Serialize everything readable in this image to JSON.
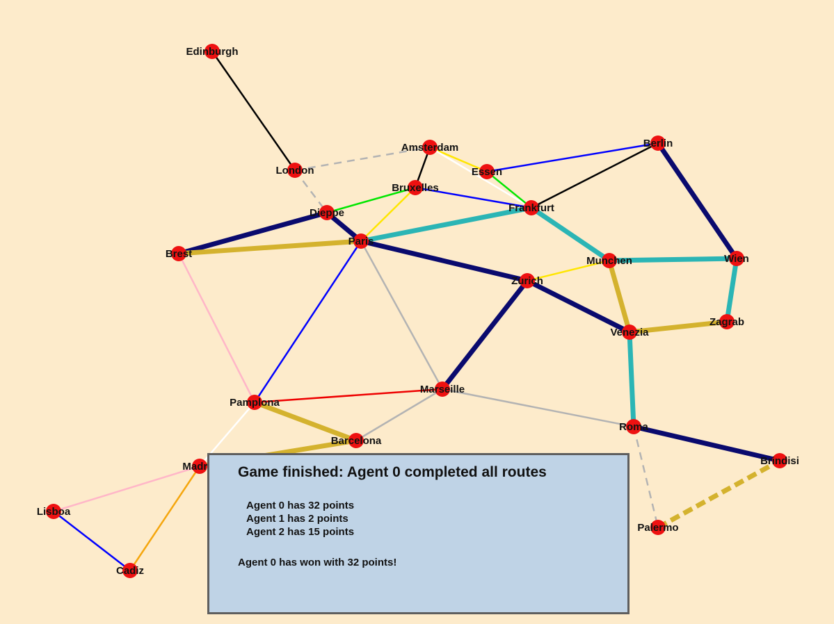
{
  "colors": {
    "background": "#FDEBCB",
    "city": "#EE1111",
    "panel": "#BFD3E6",
    "panel_border": "#5E5E5E"
  },
  "cities": [
    {
      "id": "edinburgh",
      "name": "Edinburgh"
    },
    {
      "id": "london",
      "name": "London"
    },
    {
      "id": "amsterdam",
      "name": "Amsterdam"
    },
    {
      "id": "essen",
      "name": "Essen"
    },
    {
      "id": "berlin",
      "name": "Berlin"
    },
    {
      "id": "bruxelles",
      "name": "Bruxelles"
    },
    {
      "id": "frankfurt",
      "name": "Frankfurt"
    },
    {
      "id": "dieppe",
      "name": "Dieppe"
    },
    {
      "id": "paris",
      "name": "Paris"
    },
    {
      "id": "brest",
      "name": "Brest"
    },
    {
      "id": "munchen",
      "name": "Munchen"
    },
    {
      "id": "wien",
      "name": "Wien"
    },
    {
      "id": "zurich",
      "name": "Zurich"
    },
    {
      "id": "zagrab",
      "name": "Zagrab"
    },
    {
      "id": "venezia",
      "name": "Venezia"
    },
    {
      "id": "marseille",
      "name": "Marseille"
    },
    {
      "id": "pamplona",
      "name": "Pamplona"
    },
    {
      "id": "barcelona",
      "name": "Barcelona"
    },
    {
      "id": "roma",
      "name": "Roma"
    },
    {
      "id": "madrid",
      "name": "Madrid"
    },
    {
      "id": "brindisi",
      "name": "Brindisi"
    },
    {
      "id": "lisboa",
      "name": "Lisboa"
    },
    {
      "id": "palermo",
      "name": "Palermo"
    },
    {
      "id": "cadiz",
      "name": "Cadiz"
    }
  ],
  "routes": [
    {
      "from": "edinburgh",
      "to": "london",
      "color": "#000000",
      "claimed_by": null
    },
    {
      "from": "london",
      "to": "amsterdam",
      "color": "#B3B3B3",
      "claimed_by": null,
      "dashed": true
    },
    {
      "from": "london",
      "to": "dieppe",
      "color": "#B3B3B3",
      "claimed_by": null,
      "dashed": true
    },
    {
      "from": "amsterdam",
      "to": "essen",
      "color": "#FFE600",
      "claimed_by": null
    },
    {
      "from": "amsterdam",
      "to": "bruxelles",
      "color": "#000000",
      "claimed_by": null
    },
    {
      "from": "amsterdam",
      "to": "frankfurt",
      "color": "#FFFFFF",
      "claimed_by": null
    },
    {
      "from": "essen",
      "to": "berlin",
      "color": "#0000FF",
      "claimed_by": null
    },
    {
      "from": "essen",
      "to": "frankfurt",
      "color": "#00E600",
      "claimed_by": null
    },
    {
      "from": "berlin",
      "to": "frankfurt",
      "color": "#000000",
      "claimed_by": null
    },
    {
      "from": "berlin",
      "to": "wien",
      "color": "#0A0A6E",
      "claimed_by": 0
    },
    {
      "from": "bruxelles",
      "to": "frankfurt",
      "color": "#0000FF",
      "claimed_by": null
    },
    {
      "from": "bruxelles",
      "to": "dieppe",
      "color": "#00E600",
      "claimed_by": null
    },
    {
      "from": "bruxelles",
      "to": "paris",
      "color": "#FFE600",
      "claimed_by": null
    },
    {
      "from": "frankfurt",
      "to": "paris",
      "color": "#2BB5B5",
      "claimed_by": 1
    },
    {
      "from": "frankfurt",
      "to": "munchen",
      "color": "#2BB5B5",
      "claimed_by": 1
    },
    {
      "from": "dieppe",
      "to": "brest",
      "color": "#0A0A6E",
      "claimed_by": 0
    },
    {
      "from": "dieppe",
      "to": "paris",
      "color": "#0A0A6E",
      "claimed_by": 0
    },
    {
      "from": "brest",
      "to": "paris",
      "color": "#D4B22E",
      "claimed_by": 2
    },
    {
      "from": "brest",
      "to": "pamplona",
      "color": "#FFB6C8",
      "claimed_by": null
    },
    {
      "from": "paris",
      "to": "zurich",
      "color": "#0A0A6E",
      "claimed_by": 0
    },
    {
      "from": "paris",
      "to": "pamplona",
      "color": "#0000FF",
      "claimed_by": null
    },
    {
      "from": "paris",
      "to": "marseille",
      "color": "#B3B3B3",
      "claimed_by": null
    },
    {
      "from": "munchen",
      "to": "wien",
      "color": "#2BB5B5",
      "claimed_by": 1
    },
    {
      "from": "munchen",
      "to": "zurich",
      "color": "#FFE600",
      "claimed_by": null
    },
    {
      "from": "munchen",
      "to": "venezia",
      "color": "#D4B22E",
      "claimed_by": 2
    },
    {
      "from": "wien",
      "to": "zagrab",
      "color": "#2BB5B5",
      "claimed_by": 1
    },
    {
      "from": "zurich",
      "to": "venezia",
      "color": "#0A0A6E",
      "claimed_by": 0
    },
    {
      "from": "zurich",
      "to": "marseille",
      "color": "#0A0A6E",
      "claimed_by": 0
    },
    {
      "from": "zagrab",
      "to": "venezia",
      "color": "#D4B22E",
      "claimed_by": 2
    },
    {
      "from": "venezia",
      "to": "roma",
      "color": "#2BB5B5",
      "claimed_by": 1
    },
    {
      "from": "marseille",
      "to": "pamplona",
      "color": "#EE0000",
      "claimed_by": null
    },
    {
      "from": "marseille",
      "to": "barcelona",
      "color": "#B3B3B3",
      "claimed_by": null
    },
    {
      "from": "marseille",
      "to": "roma",
      "color": "#B3B3B3",
      "claimed_by": null
    },
    {
      "from": "pamplona",
      "to": "barcelona",
      "color": "#D4B22E",
      "claimed_by": 2
    },
    {
      "from": "pamplona",
      "to": "madrid",
      "color": "#FFFFFF",
      "claimed_by": null
    },
    {
      "from": "barcelona",
      "to": "madrid",
      "color": "#D4B22E",
      "claimed_by": 2
    },
    {
      "from": "roma",
      "to": "brindisi",
      "color": "#0A0A6E",
      "claimed_by": 0
    },
    {
      "from": "roma",
      "to": "palermo",
      "color": "#B3B3B3",
      "claimed_by": null,
      "dashed": true
    },
    {
      "from": "palermo",
      "to": "brindisi",
      "color": "#D4B22E",
      "claimed_by": 2,
      "dashed": true
    },
    {
      "from": "madrid",
      "to": "lisboa",
      "color": "#FFB6C8",
      "claimed_by": null
    },
    {
      "from": "madrid",
      "to": "cadiz",
      "color": "#F5A60D",
      "claimed_by": null
    },
    {
      "from": "lisboa",
      "to": "cadiz",
      "color": "#0000FF",
      "claimed_by": null
    }
  ],
  "result": {
    "title": "Game finished: Agent 0 completed all routes",
    "scores": [
      "Agent 0 has 32 points",
      "Agent 1 has 2 points",
      "Agent 2 has 15 points"
    ],
    "winner": "Agent 0 has won with 32 points!"
  }
}
